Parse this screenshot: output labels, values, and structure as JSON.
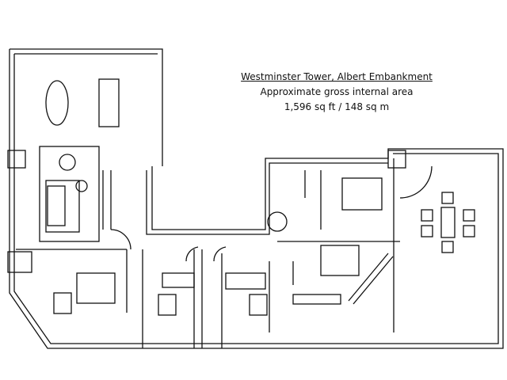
{
  "header": {
    "title": "Westminster Tower, Albert Embankment",
    "subtitle": "Approximate gross internal area",
    "area": "1,596 sq ft / 148 sq m"
  },
  "colors": {
    "line": "#111111",
    "background": "#ffffff"
  }
}
